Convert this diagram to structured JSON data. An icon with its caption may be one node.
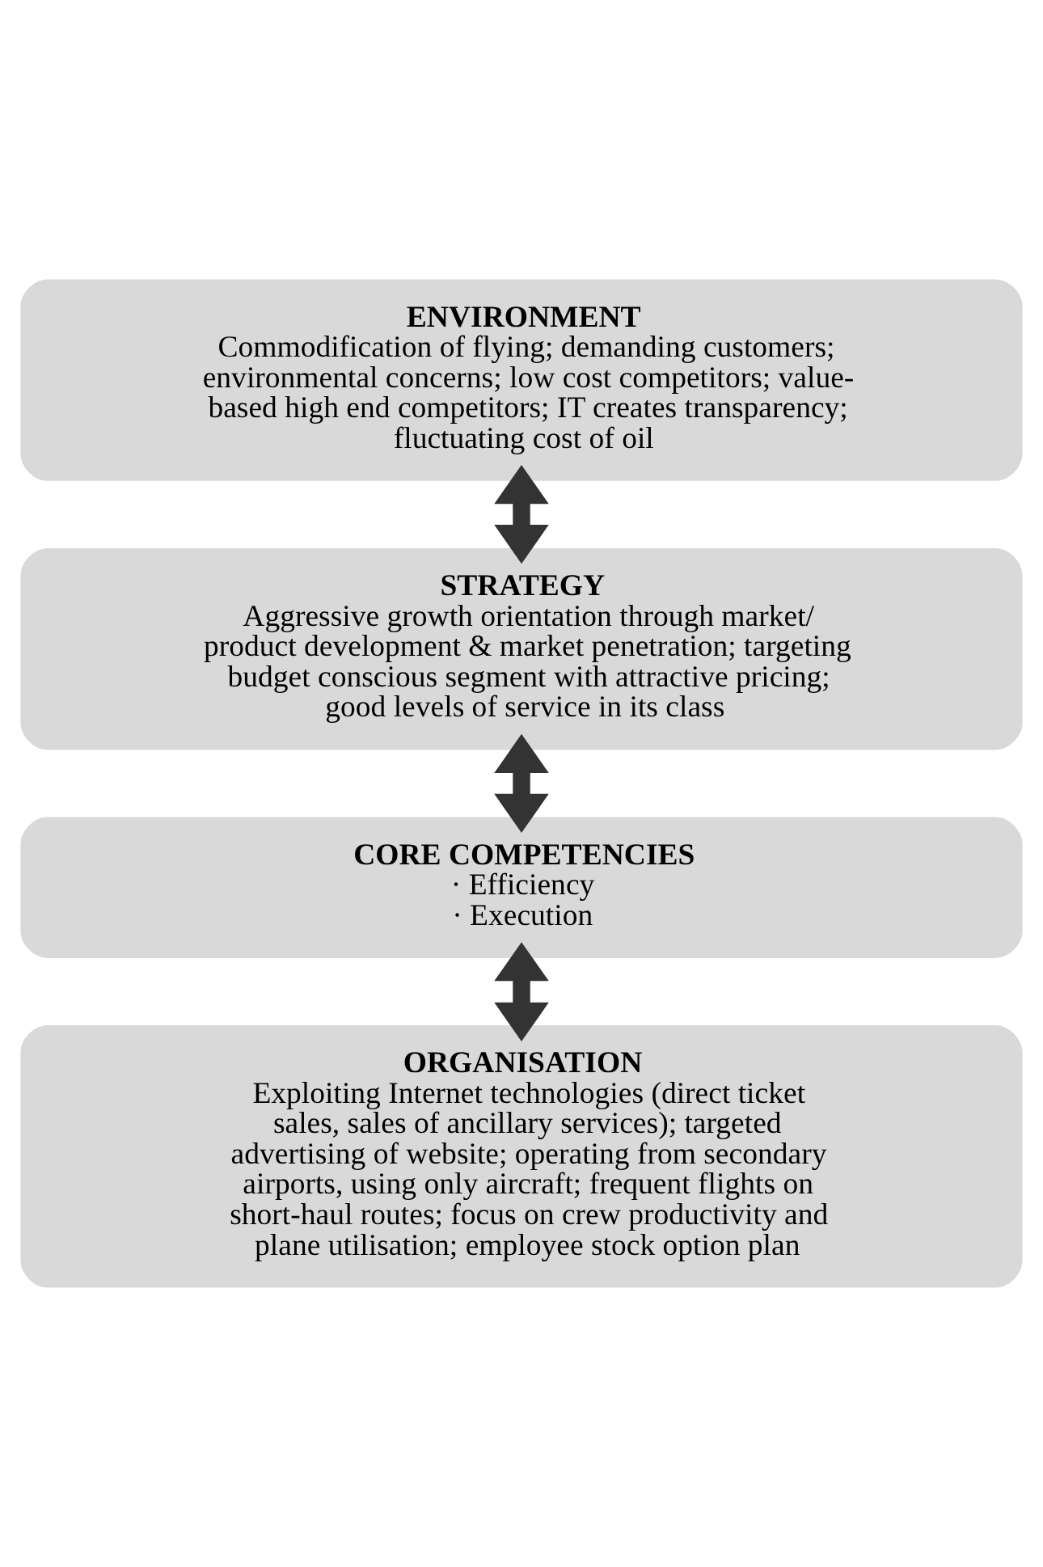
{
  "diagram": {
    "nodes": [
      {
        "text": [
          "ENVIRONMENT",
          "Commodification of flying; demanding customers; environmental concerns; low cost competitors; value-based high end competitors; IT creates transparency; fluctuating cost of oil"
        ]
      },
      {
        "text": [
          "STRATEGY",
          "Aggressive growth orientation through market/ product development & market penetration; targeting budget conscious segment with attractive pricing; good levels of service in its class"
        ]
      },
      {
        "text": [
          "CORE COMPETENCIES",
          "· Efficiency",
          "· Execution"
        ]
      },
      {
        "text": [
          "ORGANISATION",
          "Exploiting Internet technologies (direct ticket sales, sales of ancillary services); targeted advertising of website; operating from secondary airports, using only aircraft; frequent flights on short-haul routes; focus on crew productivity and plane utilisation; employee stock option plan"
        ]
      }
    ],
    "edges": [
      {
        "from": 0,
        "to": 1,
        "arrow": "both"
      },
      {
        "from": 1,
        "to": 2,
        "arrow": "both"
      },
      {
        "from": 2,
        "to": 3,
        "arrow": "both"
      }
    ]
  }
}
